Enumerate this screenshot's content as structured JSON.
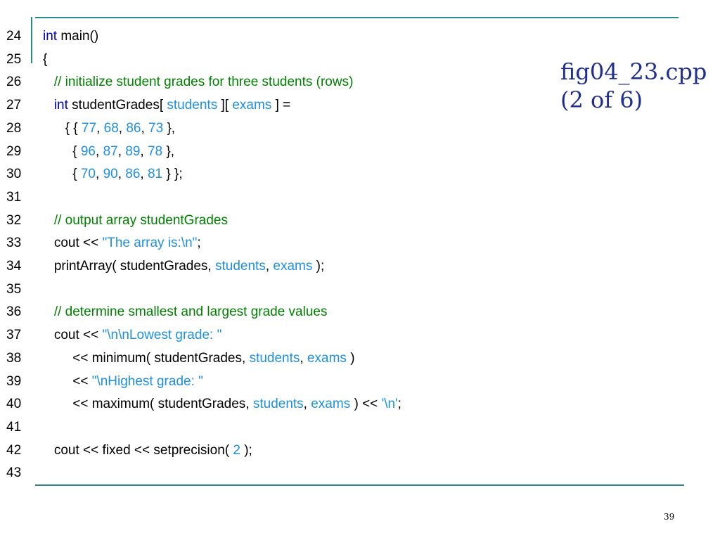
{
  "title": {
    "line1": "fig04_23.cpp",
    "line2": "(2 of 6)"
  },
  "page_number": "39",
  "colors": {
    "rule": "#2a8a8a",
    "title": "#1f2f8f",
    "keyword": "#0000c0",
    "comment": "#008000",
    "literal": "#1f8fe0",
    "plain": "#000000"
  },
  "code": {
    "lines": [
      {
        "number": "24",
        "tokens": [
          {
            "t": "keyword",
            "v": "int"
          },
          {
            "t": "plain",
            "v": " main()"
          }
        ]
      },
      {
        "number": "25",
        "tokens": [
          {
            "t": "plain",
            "v": "{"
          }
        ]
      },
      {
        "number": "26",
        "tokens": [
          {
            "t": "comment",
            "v": "   // initialize student grades for three students (rows)"
          }
        ]
      },
      {
        "number": "27",
        "tokens": [
          {
            "t": "keyword",
            "v": "   int"
          },
          {
            "t": "plain",
            "v": " studentGrades[ "
          },
          {
            "t": "literal",
            "v": "students"
          },
          {
            "t": "plain",
            "v": " ][ "
          },
          {
            "t": "literal",
            "v": "exams"
          },
          {
            "t": "plain",
            "v": " ] ="
          }
        ]
      },
      {
        "number": "28",
        "tokens": [
          {
            "t": "plain",
            "v": "      { { "
          },
          {
            "t": "literal",
            "v": "77"
          },
          {
            "t": "plain",
            "v": ", "
          },
          {
            "t": "literal",
            "v": "68"
          },
          {
            "t": "plain",
            "v": ", "
          },
          {
            "t": "literal",
            "v": "86"
          },
          {
            "t": "plain",
            "v": ", "
          },
          {
            "t": "literal",
            "v": "73"
          },
          {
            "t": "plain",
            "v": " },"
          }
        ]
      },
      {
        "number": "29",
        "tokens": [
          {
            "t": "plain",
            "v": "        { "
          },
          {
            "t": "literal",
            "v": "96"
          },
          {
            "t": "plain",
            "v": ", "
          },
          {
            "t": "literal",
            "v": "87"
          },
          {
            "t": "plain",
            "v": ", "
          },
          {
            "t": "literal",
            "v": "89"
          },
          {
            "t": "plain",
            "v": ", "
          },
          {
            "t": "literal",
            "v": "78"
          },
          {
            "t": "plain",
            "v": " },"
          }
        ]
      },
      {
        "number": "30",
        "tokens": [
          {
            "t": "plain",
            "v": "        { "
          },
          {
            "t": "literal",
            "v": "70"
          },
          {
            "t": "plain",
            "v": ", "
          },
          {
            "t": "literal",
            "v": "90"
          },
          {
            "t": "plain",
            "v": ", "
          },
          {
            "t": "literal",
            "v": "86"
          },
          {
            "t": "plain",
            "v": ", "
          },
          {
            "t": "literal",
            "v": "81"
          },
          {
            "t": "plain",
            "v": " } };"
          }
        ]
      },
      {
        "number": "31",
        "tokens": []
      },
      {
        "number": "32",
        "tokens": [
          {
            "t": "comment",
            "v": "   // output array studentGrades"
          }
        ]
      },
      {
        "number": "33",
        "tokens": [
          {
            "t": "plain",
            "v": "   cout << "
          },
          {
            "t": "literal",
            "v": "\"The array is:\\n\""
          },
          {
            "t": "plain",
            "v": ";"
          }
        ]
      },
      {
        "number": "34",
        "tokens": [
          {
            "t": "plain",
            "v": "   printArray( studentGrades, "
          },
          {
            "t": "literal",
            "v": "students"
          },
          {
            "t": "plain",
            "v": ", "
          },
          {
            "t": "literal",
            "v": "exams"
          },
          {
            "t": "plain",
            "v": " );"
          }
        ]
      },
      {
        "number": "35",
        "tokens": []
      },
      {
        "number": "36",
        "tokens": [
          {
            "t": "comment",
            "v": "   // determine smallest and largest grade values"
          }
        ]
      },
      {
        "number": "37",
        "tokens": [
          {
            "t": "plain",
            "v": "   cout << "
          },
          {
            "t": "literal",
            "v": "\"\\n\\nLowest grade: \""
          }
        ]
      },
      {
        "number": "38",
        "tokens": [
          {
            "t": "plain",
            "v": "        << minimum( studentGrades, "
          },
          {
            "t": "literal",
            "v": "students"
          },
          {
            "t": "plain",
            "v": ", "
          },
          {
            "t": "literal",
            "v": "exams"
          },
          {
            "t": "plain",
            "v": " )"
          }
        ]
      },
      {
        "number": "39",
        "tokens": [
          {
            "t": "plain",
            "v": "        << "
          },
          {
            "t": "literal",
            "v": "\"\\nHighest grade: \""
          }
        ]
      },
      {
        "number": "40",
        "tokens": [
          {
            "t": "plain",
            "v": "        << maximum( studentGrades, "
          },
          {
            "t": "literal",
            "v": "students"
          },
          {
            "t": "plain",
            "v": ", "
          },
          {
            "t": "literal",
            "v": "exams"
          },
          {
            "t": "plain",
            "v": " ) << "
          },
          {
            "t": "literal",
            "v": "'\\n'"
          },
          {
            "t": "plain",
            "v": ";"
          }
        ]
      },
      {
        "number": "41",
        "tokens": []
      },
      {
        "number": "42",
        "tokens": [
          {
            "t": "plain",
            "v": "   cout << fixed << setprecision( "
          },
          {
            "t": "literal",
            "v": "2"
          },
          {
            "t": "plain",
            "v": " );"
          }
        ]
      },
      {
        "number": "43",
        "tokens": []
      }
    ]
  }
}
